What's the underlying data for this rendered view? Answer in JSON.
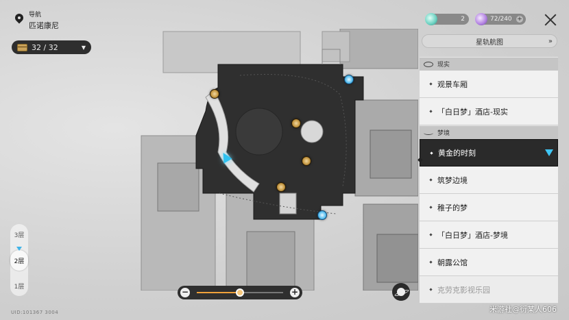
{
  "navigation": {
    "label": "导航",
    "location": "匹诺康尼"
  },
  "chest_counter": {
    "value": "32 / 32",
    "caret": "▼"
  },
  "resources": [
    {
      "icon": "fuel-orb-icon",
      "value": "2",
      "color": "#69d0c0"
    },
    {
      "icon": "trailblaze-power-icon",
      "value": "72/240",
      "plus": "+",
      "color": "#b07fe0"
    }
  ],
  "star_rail_map": {
    "label": "星轨航图",
    "chevron": "»"
  },
  "sections": [
    {
      "title": "现实",
      "items": [
        "观景车厢",
        "「白日梦」酒店-现实"
      ]
    },
    {
      "title": "梦境",
      "items": [
        "黄金的时刻",
        "筑梦边境",
        "稚子的梦",
        "「白日梦」酒店-梦境",
        "朝露公馆",
        "克劳克影视乐园"
      ]
    }
  ],
  "active_item": "黄金的时刻",
  "floors": [
    "3层",
    "2层",
    "1层"
  ],
  "active_floor": "2层",
  "zoom": {
    "minus": "−",
    "plus": "+",
    "level": 0.5
  },
  "uid": "UID:101367 3004",
  "watermark": "米游社@衍某人606",
  "colors": {
    "accent": "#f0a23a",
    "active_bg": "#2a2a2a",
    "teleport": "#3fc6f4"
  }
}
